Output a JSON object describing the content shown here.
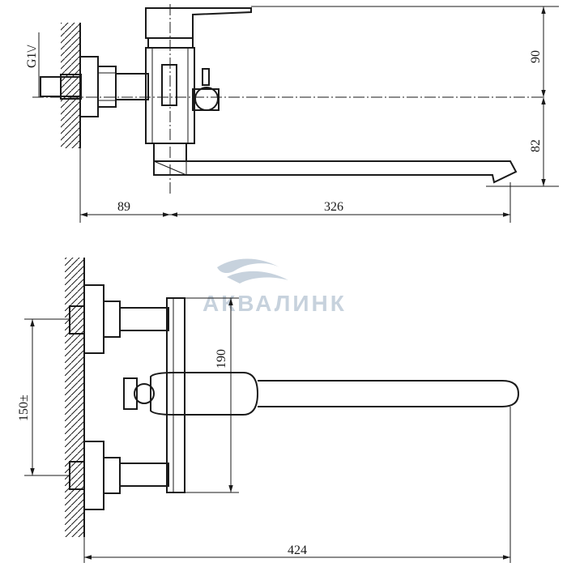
{
  "watermark": {
    "brand": "АКВАЛИНК"
  },
  "dimensions": {
    "thread": "G1\\/",
    "height_upper": "90",
    "height_lower": "82",
    "wall_offset": "89",
    "spout_reach": "326",
    "body_height": "190",
    "inlet_spacing": "150±",
    "overall_length": "424"
  }
}
